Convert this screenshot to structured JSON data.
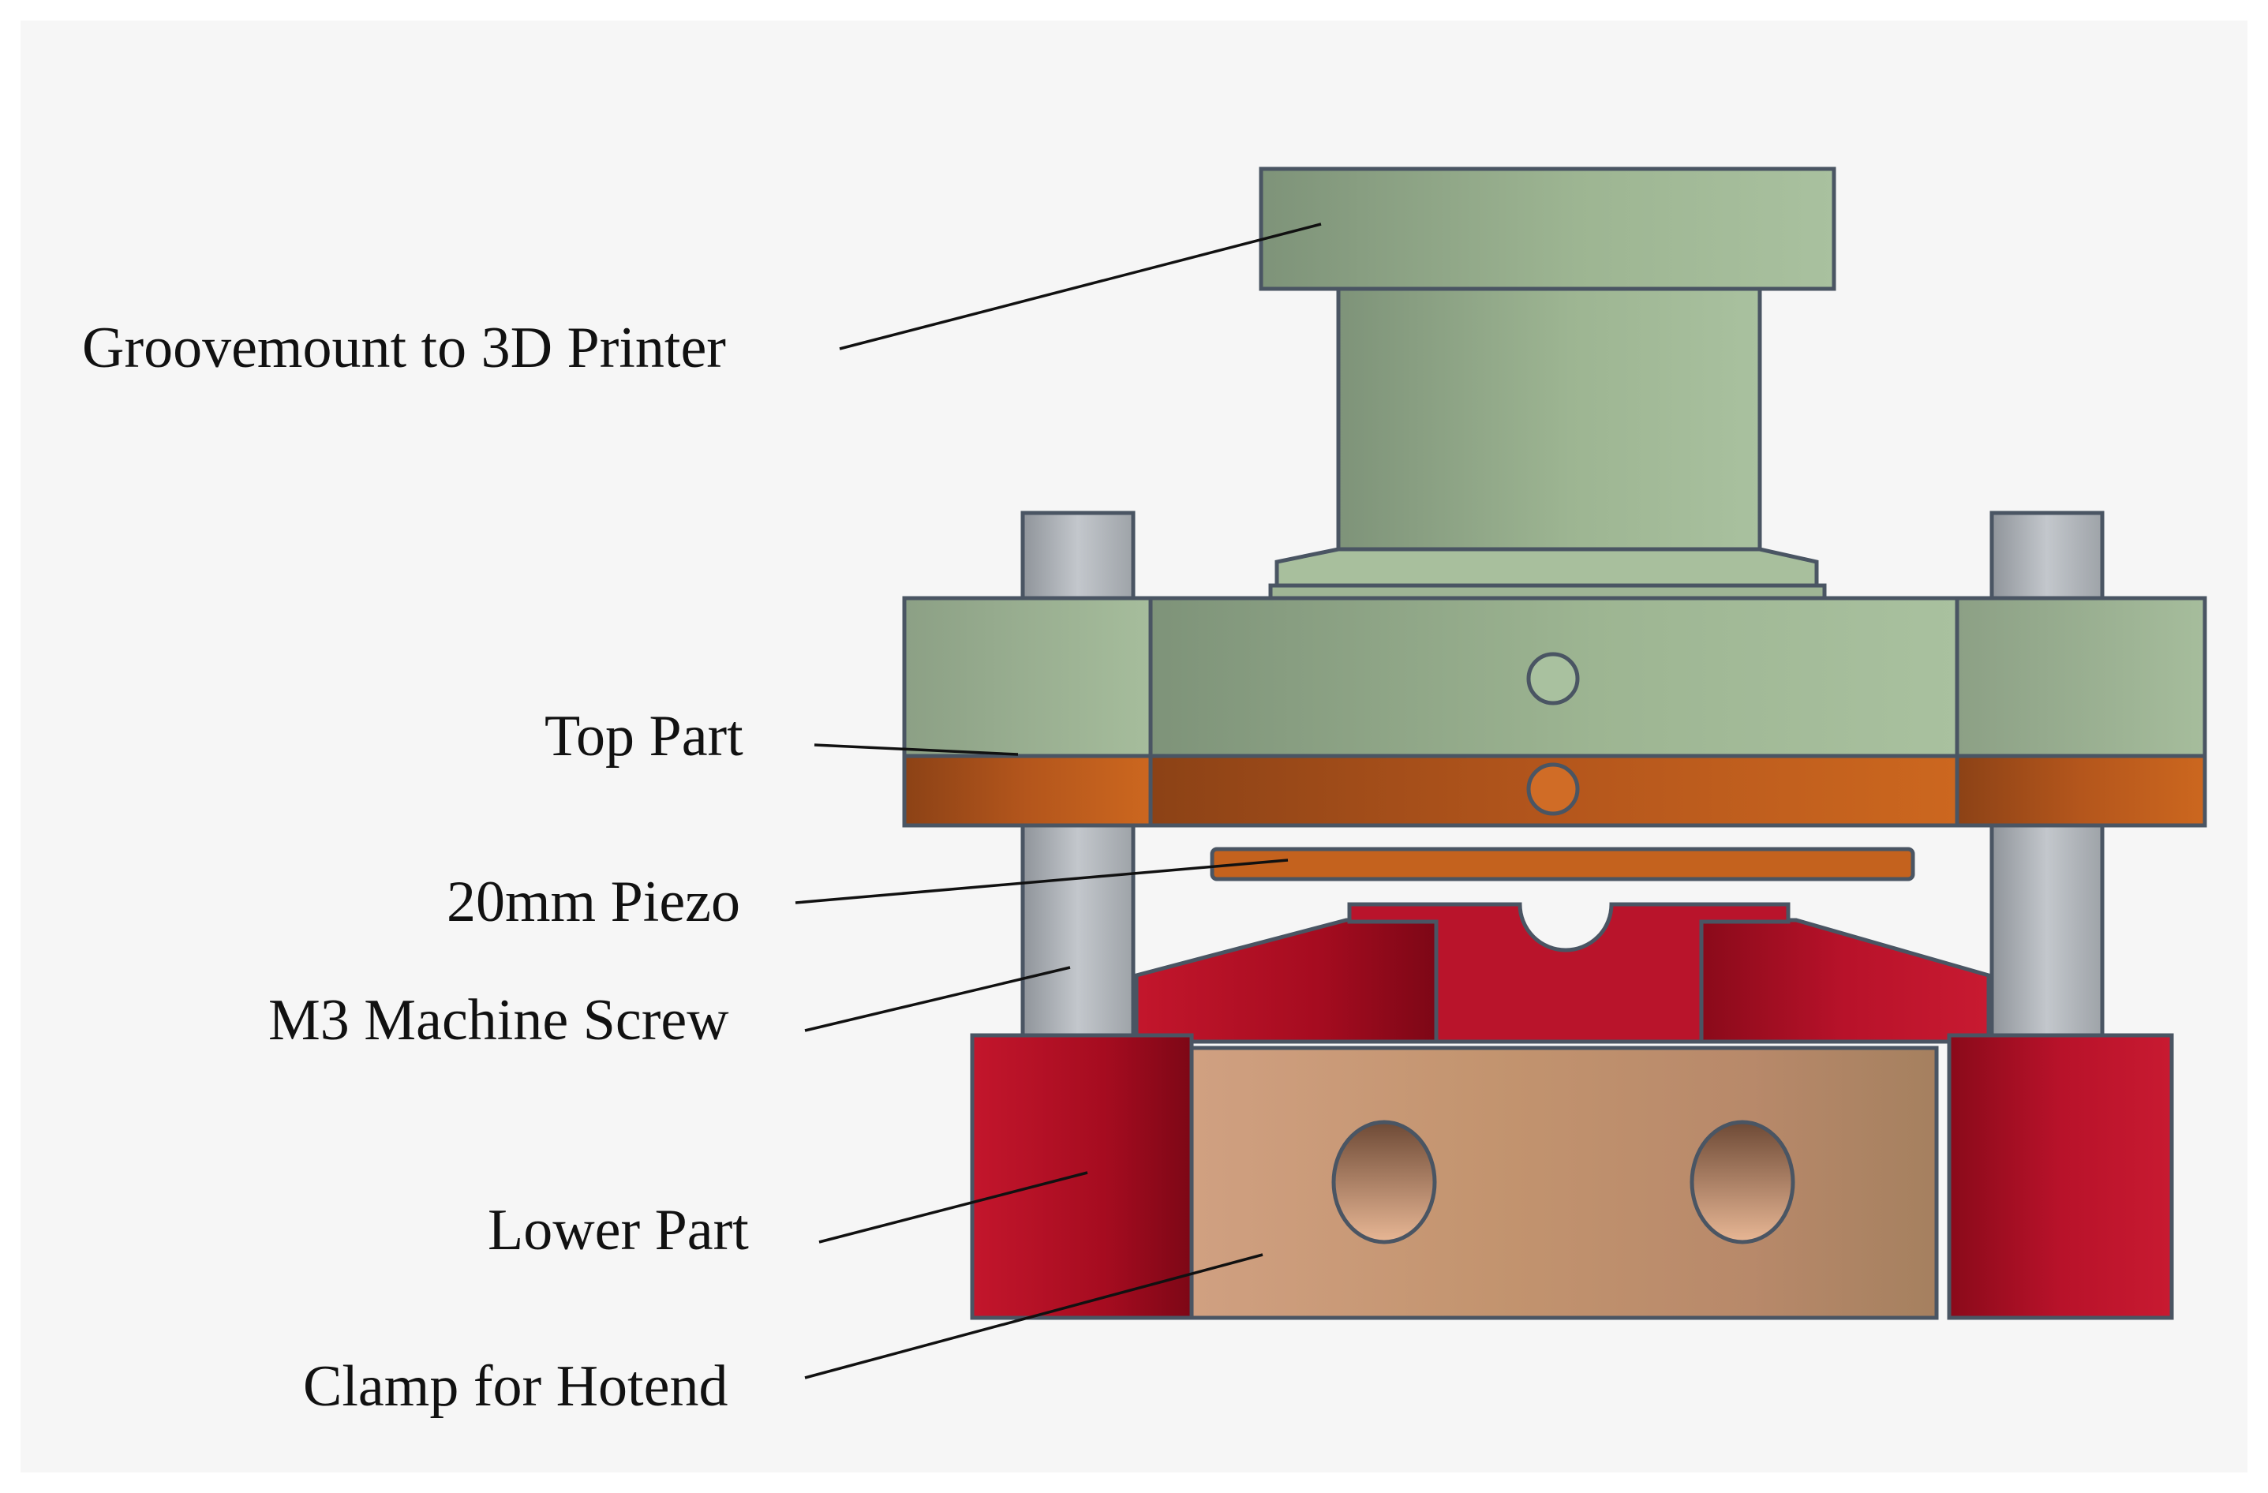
{
  "labels": {
    "groovemount": "Groovemount to 3D Printer",
    "top_part": "Top Part",
    "piezo": "20mm Piezo",
    "screw": "M3 Machine Screw",
    "lower_part": "Lower Part",
    "clamp": "Clamp for Hotend"
  },
  "colors": {
    "background_panel": "#f6f6f6",
    "groovemount_green": "#9db592",
    "top_part_green": "#98ad90",
    "top_part_orange": "#b4561c",
    "piezo_orange": "#c4621e",
    "screw_grey": "#a9aeb3",
    "lower_part_red": "#b30f24",
    "clamp_tan": "#c59774",
    "outline": "#4a5563"
  }
}
